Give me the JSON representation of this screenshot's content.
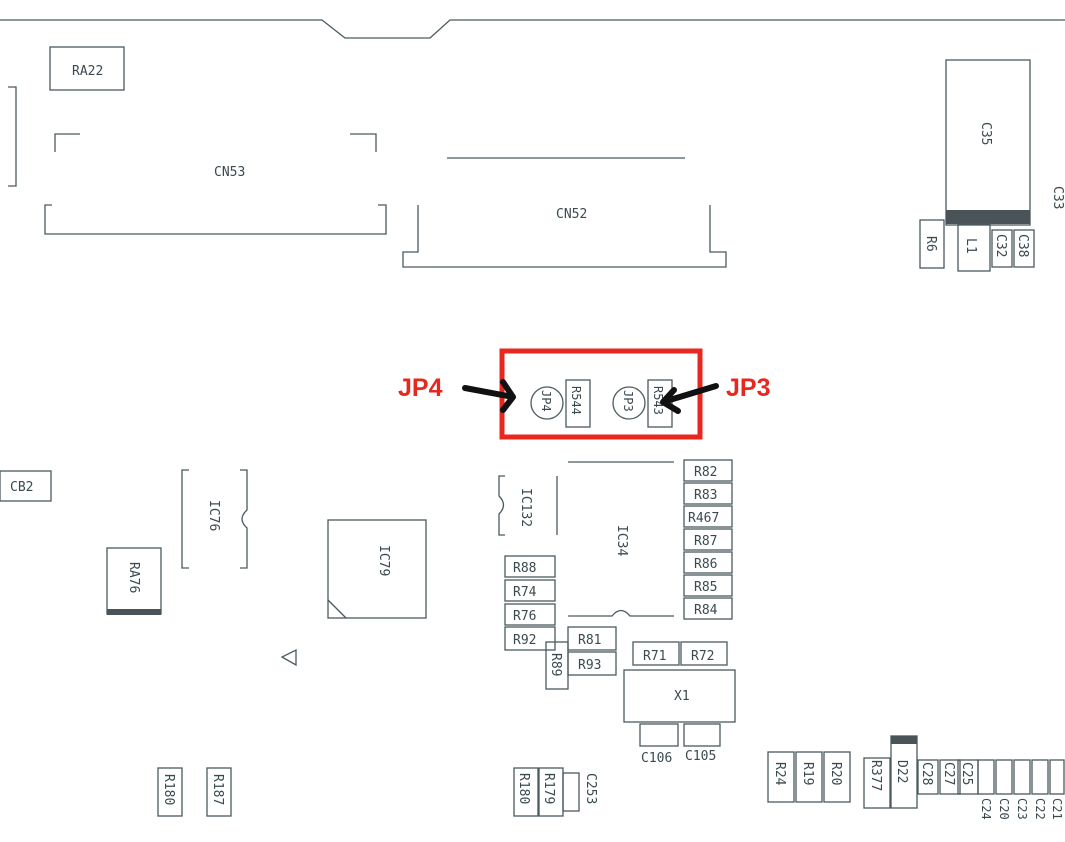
{
  "callouts": {
    "left": "JP4",
    "right": "JP3",
    "highlight_color": "#e8271f",
    "arrow_color": "#111111"
  },
  "refs": {
    "RA22": "RA22",
    "CN53": "CN53",
    "CN52": "CN52",
    "C35": "C35",
    "C33": "C33",
    "R6": "R6",
    "L1": "L1",
    "C32": "C32",
    "C38": "C38",
    "JP4": "JP4",
    "R544": "R544",
    "JP3": "JP3",
    "R543": "R543",
    "CB2": "CB2",
    "IC76": "IC76",
    "RA76": "RA76",
    "IC79": "IC79",
    "IC132": "IC132",
    "IC34": "IC34",
    "R82": "R82",
    "R83": "R83",
    "R467": "R467",
    "R87": "R87",
    "R86": "R86",
    "R85": "R85",
    "R84": "R84",
    "R88": "R88",
    "R74": "R74",
    "R76": "R76",
    "R92": "R92",
    "R81": "R81",
    "R89": "R89",
    "R93": "R93",
    "R71": "R71",
    "R72": "R72",
    "X1": "X1",
    "C106": "C106",
    "C105": "C105",
    "R180": "R180",
    "R187": "R187",
    "R180b": "R180",
    "R179": "R179",
    "C253": "C253",
    "R24": "R24",
    "R19": "R19",
    "R20": "R20",
    "R377": "R377",
    "D22": "D22",
    "C28": "C28",
    "C27": "C27",
    "C25": "C25",
    "C24": "C24",
    "C20": "C20",
    "C23": "C23",
    "C22": "C22",
    "C21": "C21"
  }
}
